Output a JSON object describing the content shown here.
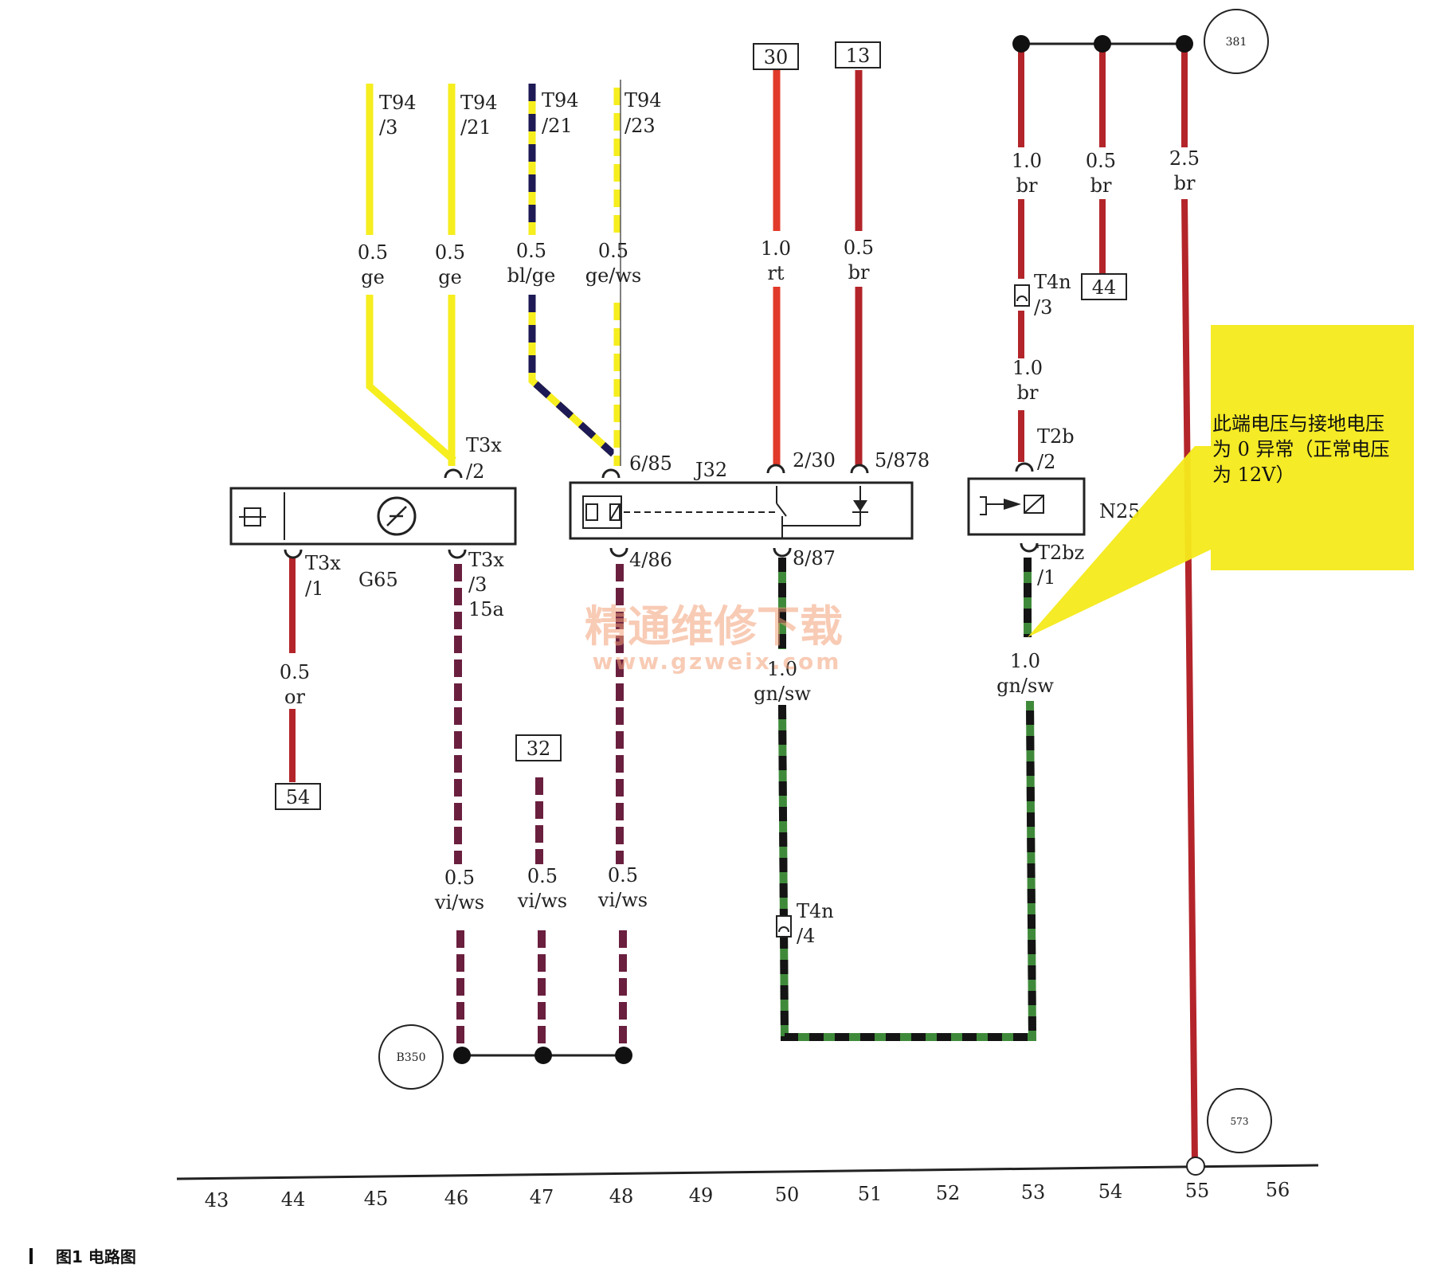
{
  "caption": "图1  电路图",
  "watermark": {
    "line1": "精通维修下载",
    "line2": "www.gzweix.com"
  },
  "callout": {
    "lines": [
      "此端电压与接地电压",
      "为 0 异常（正常电压",
      "为 12V）"
    ],
    "color": "#f4ea1a"
  },
  "components": {
    "g65": "G65",
    "j32": "J32",
    "n25": "N25"
  },
  "boxes": {
    "b30": "30",
    "b13": "13",
    "b44": "44",
    "b54": "54",
    "b32": "32"
  },
  "circles": {
    "c381": "381",
    "c350": "B350",
    "c573": "573"
  },
  "pins": {
    "t94_3": [
      "T94",
      "/3"
    ],
    "t94_21a": [
      "T94",
      "/21"
    ],
    "t94_21b": [
      "T94",
      "/21"
    ],
    "t94_23": [
      "T94",
      "/23"
    ],
    "t3x_2": [
      "T3x",
      "/2"
    ],
    "t3x_1": [
      "T3x",
      "/1"
    ],
    "t3x_3": [
      "T3x",
      "/3",
      "15a"
    ],
    "p685": "6/85",
    "p486": "4/86",
    "p230": "2/30",
    "p5878": "5/878",
    "p887": "8/87",
    "t4n_3": [
      "T4n",
      "/3"
    ],
    "t4n_4": [
      "T4n",
      "/4"
    ],
    "t2b_2": [
      "T2b",
      "/2"
    ],
    "t2bz_1": [
      "T2bz",
      "/1"
    ]
  },
  "wire_labels": {
    "w1": [
      "0.5",
      "ge"
    ],
    "w2": [
      "0.5",
      "ge"
    ],
    "w3": [
      "0.5",
      "bl/ge"
    ],
    "w4": [
      "0.5",
      "ge/ws"
    ],
    "w5": [
      "1.0",
      "rt"
    ],
    "w6": [
      "0.5",
      "br"
    ],
    "w7": [
      "1.0",
      "br"
    ],
    "w8": [
      "0.5",
      "br"
    ],
    "w9": [
      "2.5",
      "br"
    ],
    "w10": [
      "1.0",
      "br"
    ],
    "w11": [
      "0.5",
      "or"
    ],
    "w12": [
      "1.0",
      "gn/sw"
    ],
    "w13": [
      "1.0",
      "gn/sw"
    ],
    "w14": [
      "0.5",
      "vi/ws"
    ],
    "w15": [
      "0.5",
      "vi/ws"
    ],
    "w16": [
      "0.5",
      "vi/ws"
    ]
  },
  "ruler": [
    "43",
    "44",
    "45",
    "46",
    "47",
    "48",
    "49",
    "50",
    "51",
    "52",
    "53",
    "54",
    "55",
    "56"
  ],
  "colors": {
    "yellow": "#f6ee1e",
    "red": "#e23a2a",
    "brown": "#b3252a",
    "navy": "#1e1a55",
    "violet": "#6a1f3e",
    "green": "#3f8a3a",
    "black": "#141414"
  }
}
